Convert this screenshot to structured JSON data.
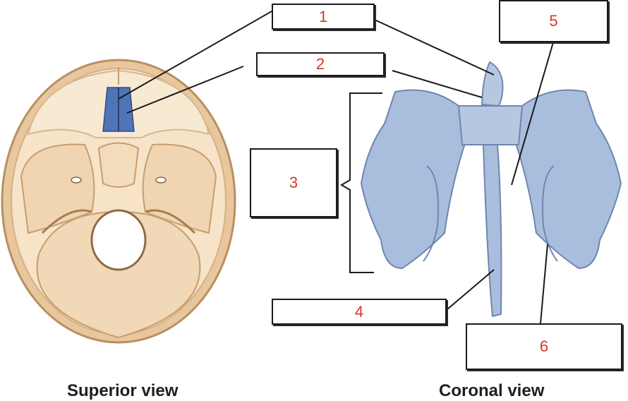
{
  "figure": {
    "label_boxes": [
      {
        "id": "box-1",
        "text": "1"
      },
      {
        "id": "box-2",
        "text": "2"
      },
      {
        "id": "box-3",
        "text": "3"
      },
      {
        "id": "box-4",
        "text": "4"
      },
      {
        "id": "box-5",
        "text": "5"
      },
      {
        "id": "box-6",
        "text": "6"
      }
    ],
    "views": {
      "superior": "Superior view",
      "coronal": "Coronal view"
    },
    "colors": {
      "bone": "#f3dcbf",
      "bone_shadow": "#d9b58c",
      "ethmoid_highlight": "#4f74b8",
      "ethmoid_bone": "#a9bddc",
      "label_text": "#d6382e",
      "leader": "#1a1a1a"
    }
  }
}
